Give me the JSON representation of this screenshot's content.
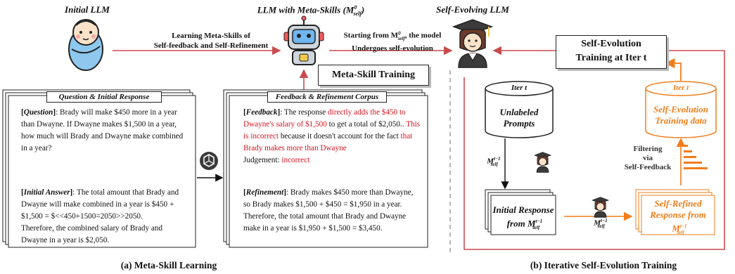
{
  "colors": {
    "red": "#c84c4f",
    "orange": "#f07d1a",
    "text_red": "#d8141f",
    "dark": "#222222"
  },
  "top": {
    "initial_llm": "Initial LLM",
    "meta_llm": "LLM with Meta-Skills (M",
    "meta_llm_sup": "0",
    "meta_llm_sub": "self",
    "meta_llm_close": ")",
    "self_evolving_llm": "Self-Evolving LLM",
    "arrow1_line1": "Learning Meta-Skills of",
    "arrow1_line2": "Self-feedback and Self-Refinement",
    "arrow2_line1_a": "Starting from M",
    "arrow2_line1_sup": "0",
    "arrow2_line1_sub": "self",
    "arrow2_line1_b": ", the model",
    "arrow2_line2": "Undergoes self-evolution"
  },
  "meta_skill_training": "Meta-Skill Training",
  "left_doc": {
    "title": "Question & Initial Response",
    "q_label": "Question",
    "q_text": ": Brady will make $450 more in a year than Dwayne. If Dwayne makes $1,500 in a year, how much will Brady and Dwayne make combined in a year?",
    "a_label": "Initial Answer",
    "a_text": ": The total amount that Brady and Dwayne will make combined in a year is $450 + $1,500 = $<<450+1500=2050>>2050.",
    "a_text2": "Therefore, the combined salary of Brady and Dwayne in a year is $2,050."
  },
  "mid_doc": {
    "title": "Feedback & Refinement Corpus",
    "f_label": "Feedback",
    "f_1": ": The response ",
    "f_red1": "directly adds the $450 to Dwayne's salary of $1,500",
    "f_2": " to get a total of $2,050..",
    "f_red2": "This is incorrect",
    "f_3": " because it doesn't account for  the fact ",
    "f_red3": "that Brady makes more than Dwayne",
    "judgement": "Judgement: ",
    "judgement_val": "incorrect",
    "r_label": "Refinement",
    "r_text": ": Brady makes $450 more than Dwayne, so Brady makes $1,500 + $450 = $1,950 in a year. Therefore, the total amount that Brady and Dwayne make in a year is $1,950 + $1,500 = $3,450."
  },
  "right": {
    "title_line1": "Self-Evolution",
    "title_line2": "Training at Iter t",
    "db1_title": "Iter t",
    "db1_l1": "Unlabeled",
    "db1_l2": "Prompts",
    "db2_title": "Iter t",
    "db2_l1": "Self-Evolution",
    "db2_l2": "Training data",
    "model_m": "M",
    "model_sup": "t−1",
    "model_sub": "self",
    "init_resp_l1": "Initial Response",
    "init_resp_l2": "from M",
    "refined_l1": "Self-Refined",
    "refined_l2": "Response from",
    "refined_l3": "M",
    "filter_l1": "Filtering",
    "filter_l2": "via",
    "filter_l3": "Self-Feedback"
  },
  "captions": {
    "left": "(a) Meta-Skill Learning",
    "right": "(b) Iterative Self-Evolution Training"
  }
}
